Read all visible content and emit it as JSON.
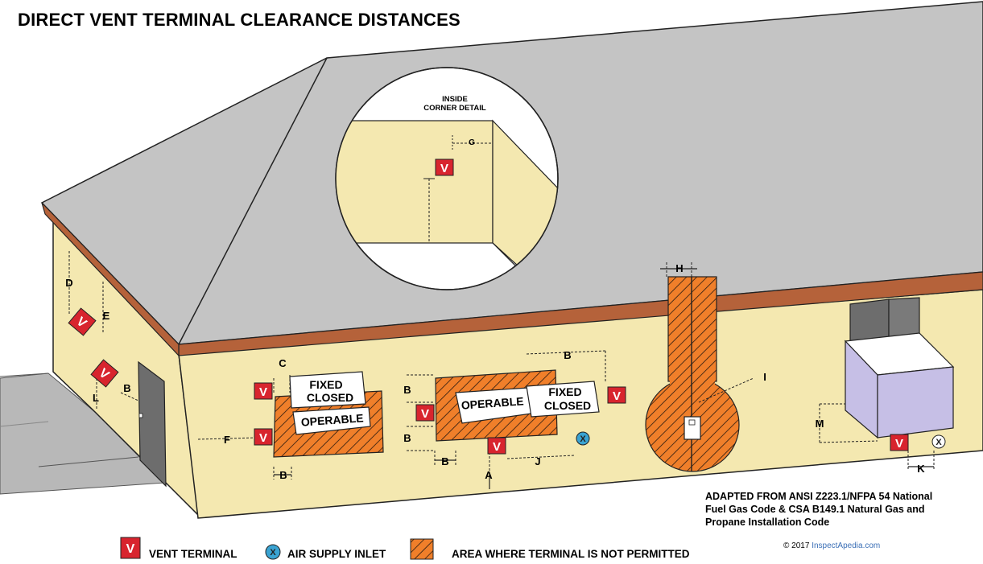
{
  "title": "DIRECT VENT TERMINAL CLEARANCE DISTANCES",
  "inset": {
    "heading_line1": "INSIDE",
    "heading_line2": "CORNER DETAIL"
  },
  "vent_symbol": "V",
  "inlet_symbol": "X",
  "window_labels": {
    "fixed_line1": "FIXED",
    "fixed_line2": "CLOSED",
    "operable": "OPERABLE"
  },
  "dimension_labels": {
    "A": "A",
    "B": "B",
    "C": "C",
    "D": "D",
    "E": "E",
    "F": "F",
    "G": "G",
    "H": "H",
    "I": "I",
    "J": "J",
    "K": "K",
    "L": "L",
    "M": "M"
  },
  "source": {
    "line1": "ADAPTED FROM ANSI Z223.1/NFPA 54 National",
    "line2": "Fuel Gas Code & CSA B149.1 Natural Gas and",
    "line3": "Propane Installation Code"
  },
  "copyright": {
    "prefix": "© 2017",
    "site": "InspectApedia.com"
  },
  "legend": {
    "vent_terminal": "VENT TERMINAL",
    "air_supply_inlet": "AIR SUPPLY INLET",
    "not_permitted": "AREA WHERE TERMINAL IS NOT PERMITTED"
  },
  "colors": {
    "roof": "#c4c4c4",
    "fascia": "#b5623a",
    "wall": "#f4e8b0",
    "hatch": "#f07f2a",
    "vent": "#d8242e",
    "inlet": "#3aa3d2",
    "box": "#c6bfe6",
    "door": "#6d6d6d",
    "ground": "#b8b8b8"
  }
}
